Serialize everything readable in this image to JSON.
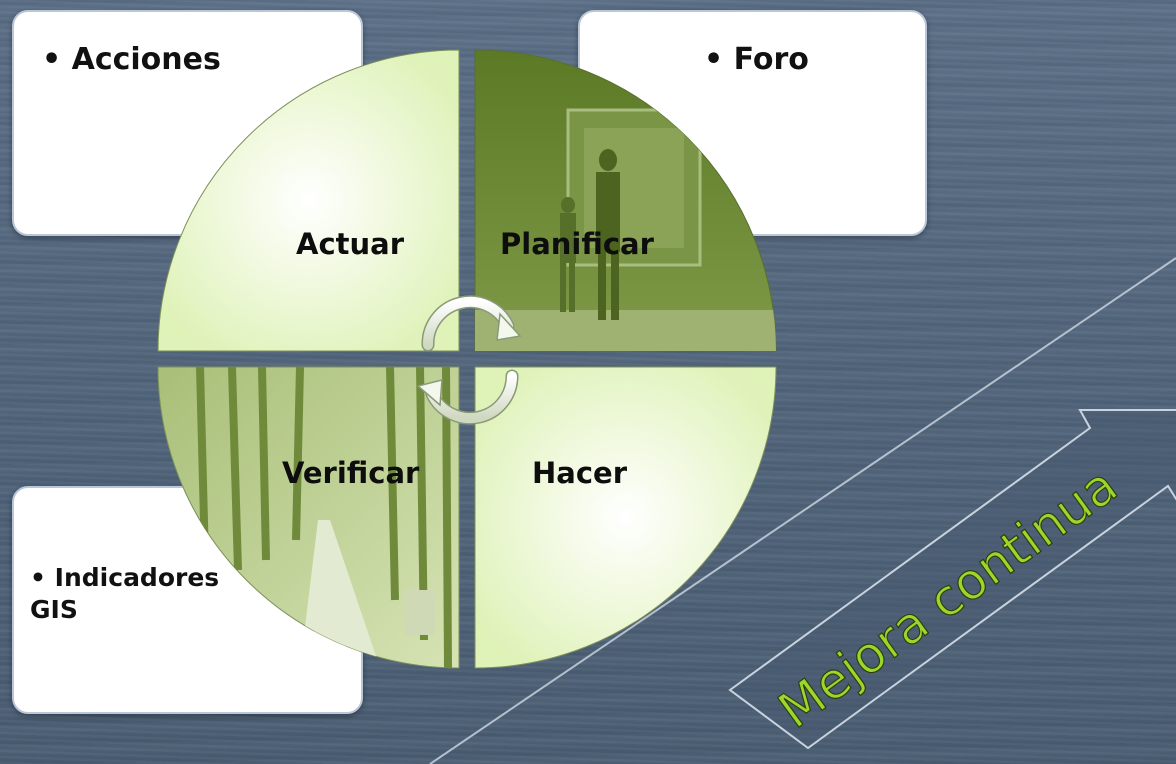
{
  "boxes": {
    "acciones": "• Acciones",
    "foro": "• Foro",
    "indicadores": "• Indicadores\nGIS"
  },
  "quadrants": {
    "actuar": "Actuar",
    "planificar": "Planificar",
    "verificar": "Verificar",
    "hacer": "Hacer"
  },
  "arrow_label": "Mejora continua",
  "colors": {
    "background": "#53677f",
    "light_green": "#eaf7cc",
    "dark_green": "#5f7d2a",
    "arrow_text": "#9bd62b"
  },
  "icons": {
    "cycle": "circular-arrows-icon"
  }
}
